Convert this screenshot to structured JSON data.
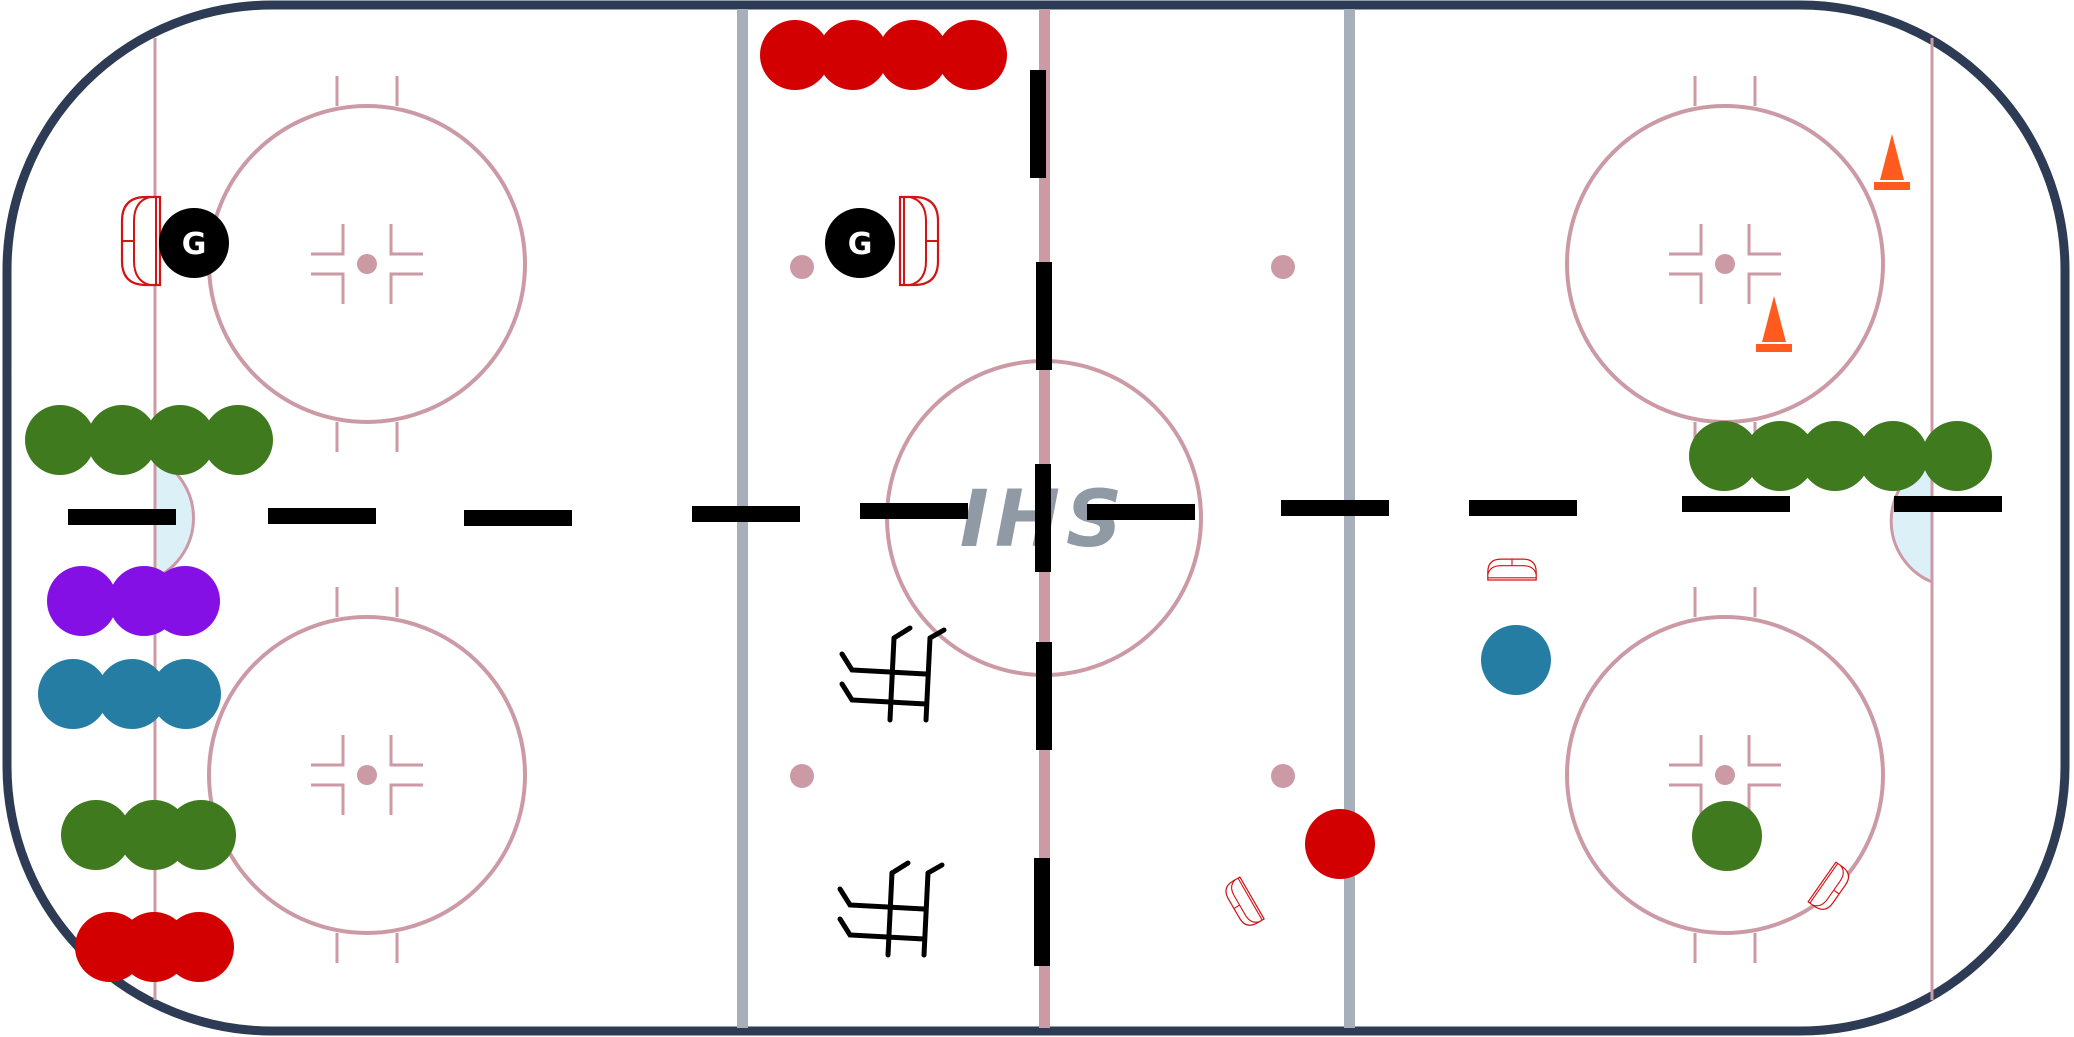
{
  "rink": {
    "board_color": "#2e3b55",
    "ice_color": "#ffffff",
    "line_color": "#cc9aa5",
    "blue_line_color": "#a7b0ba",
    "crease_color": "#dcf0f8"
  },
  "logo": {
    "text": "IHS",
    "color": "#8f9aa5"
  },
  "goalie_label": "G",
  "colors": {
    "red": "#d20000",
    "green": "#3f7a1f",
    "purple": "#8410e6",
    "teal": "#267da3",
    "black": "#000000",
    "cone": "#ff5b1f",
    "net": "#d21414"
  },
  "players": {
    "red_top_group": 4,
    "green_left_group": 4,
    "purple_left_group": 3,
    "teal_left_group": 3,
    "green_left_low_group": 3,
    "red_left_low_group": 3,
    "green_right_group": 5,
    "red_single": 1,
    "teal_single": 1,
    "green_single": 1,
    "goalies": 2
  },
  "icons": {
    "goalie": "goalie-icon",
    "net": "net-icon",
    "cone": "cone-icon",
    "sticks": "stick-rack-icon"
  }
}
